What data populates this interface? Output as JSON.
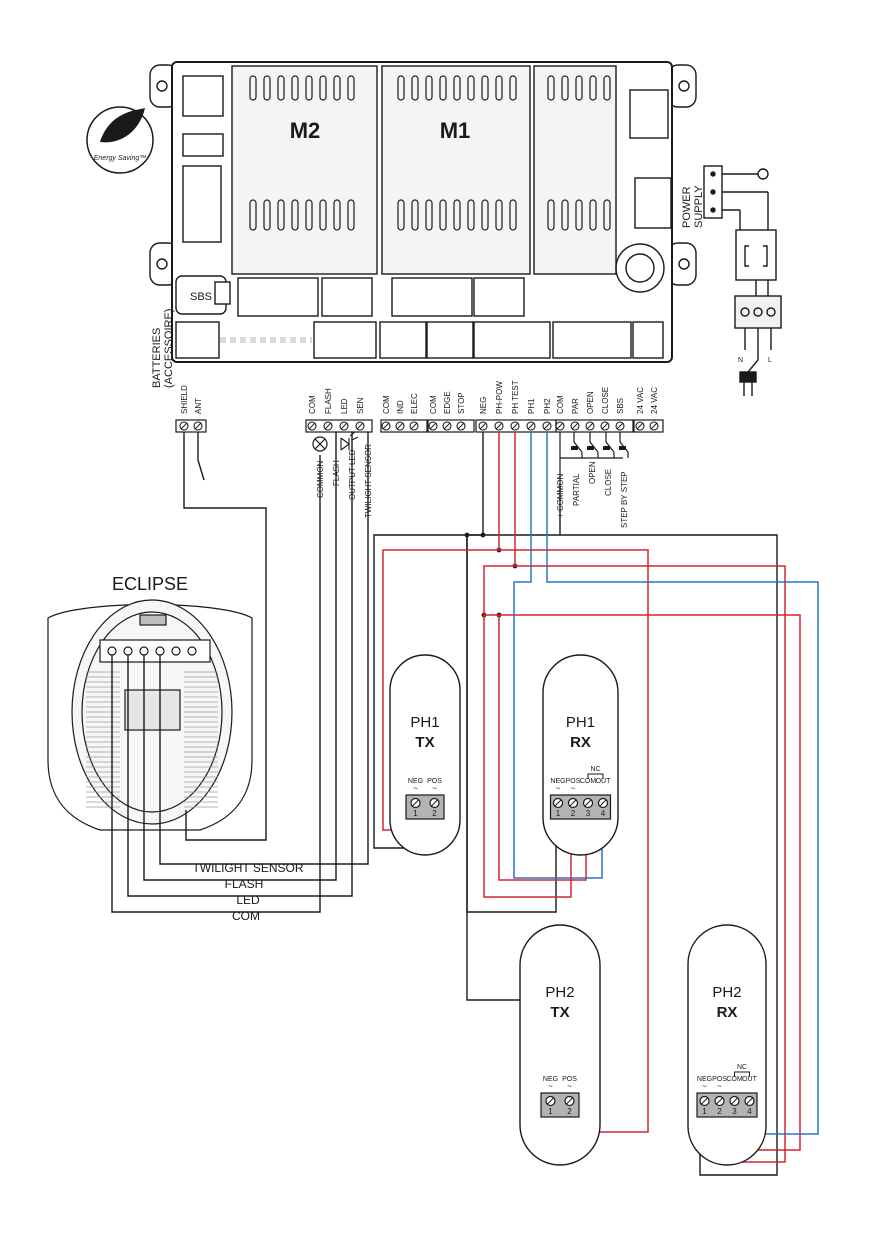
{
  "board": {
    "module_m2": "M2",
    "module_m1": "M1",
    "sbs_label": "SBS",
    "energy_badge": "Energy Saving™",
    "batteries_label": "BATTERIES",
    "accessory_label": "(ACCESSOIRE)"
  },
  "power": {
    "label_line1": "POWER",
    "label_line2": "SUPPLY",
    "n": "N",
    "l": "L"
  },
  "terminals": {
    "antenna": [
      "SHIELD",
      "ANT"
    ],
    "light": [
      "COM",
      "FLASH",
      "LED",
      "SEN"
    ],
    "ind": [
      "COM",
      "IND",
      "ELEC"
    ],
    "safety": [
      "COM",
      "EDGE",
      "STOP"
    ],
    "photo": [
      "NEG",
      "PH-POW",
      "PH TEST",
      "PH1",
      "PH2"
    ],
    "control": [
      "COM",
      "PAR",
      "OPEN",
      "CLOSE",
      "SBS"
    ],
    "supply": [
      "24 VAC",
      "24 VAC"
    ]
  },
  "light_desc": [
    "COMMON",
    "FLASH",
    "OUTPUT LED",
    "TWILIGHT SENSOR"
  ],
  "control_desc": [
    "+ COMMON",
    "PARTIAL",
    "OPEN",
    "CLOSE",
    "STEP BY STEP"
  ],
  "eclipse": {
    "title": "ECLIPSE",
    "wires": [
      "TWILIGHT SENSOR",
      "FLASH",
      "LED",
      "COM"
    ]
  },
  "photocells": {
    "ph1_tx": {
      "name": "PH1",
      "kind": "TX",
      "t1": "NEG",
      "t2": "POS",
      "n1": "1",
      "n2": "2"
    },
    "ph1_rx": {
      "name": "PH1",
      "kind": "RX",
      "t1": "NEG",
      "t2": "POS",
      "t3": "COM",
      "t4": "OUT",
      "nc": "NC",
      "n1": "1",
      "n2": "2",
      "n3": "3",
      "n4": "4"
    },
    "ph2_tx": {
      "name": "PH2",
      "kind": "TX",
      "t1": "NEG",
      "t2": "POS",
      "n1": "1",
      "n2": "2"
    },
    "ph2_rx": {
      "name": "PH2",
      "kind": "RX",
      "t1": "NEG",
      "t2": "POS",
      "t3": "COM",
      "t4": "OUT",
      "nc": "NC",
      "n1": "1",
      "n2": "2",
      "n3": "3",
      "n4": "4"
    }
  },
  "colors": {
    "line": "#1a1a1a",
    "red": "#d7262e",
    "blue": "#2c73c4",
    "housing": "#f1f1f1",
    "terminal_block": "#b3b3b3"
  }
}
